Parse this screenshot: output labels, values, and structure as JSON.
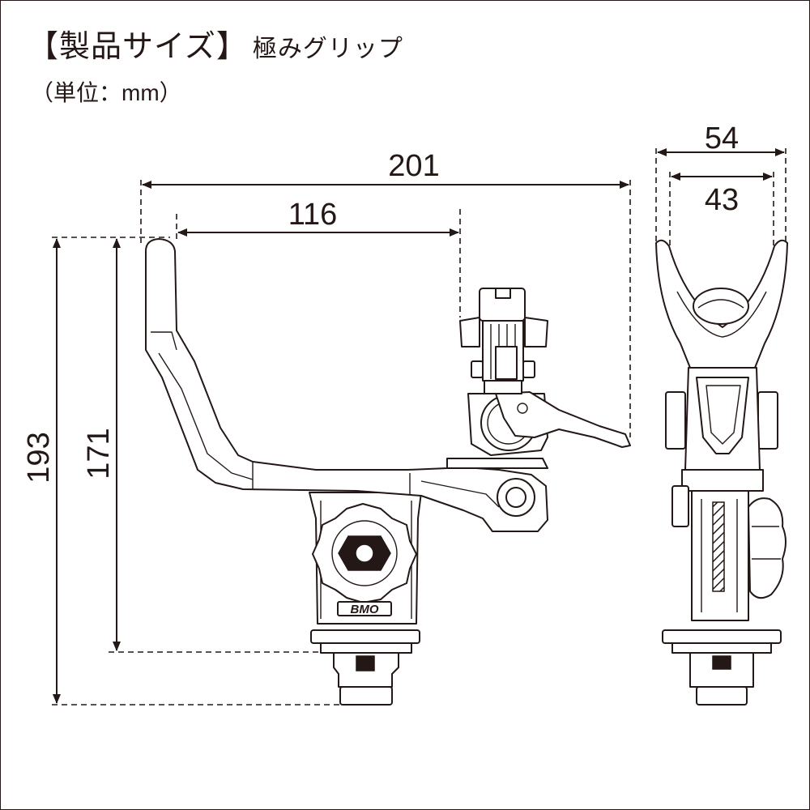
{
  "header": {
    "title": "【製品サイズ】",
    "product_name": "極みグリップ",
    "unit_note": "（単位：mm）"
  },
  "dimensions": {
    "total_width": "201",
    "inner_width": "116",
    "total_height": "193",
    "inner_height": "171",
    "fork_outer_width": "54",
    "fork_inner_width": "43"
  },
  "logo": {
    "text": "BMO"
  },
  "colors": {
    "line": "#231815",
    "background": "#ffffff"
  }
}
